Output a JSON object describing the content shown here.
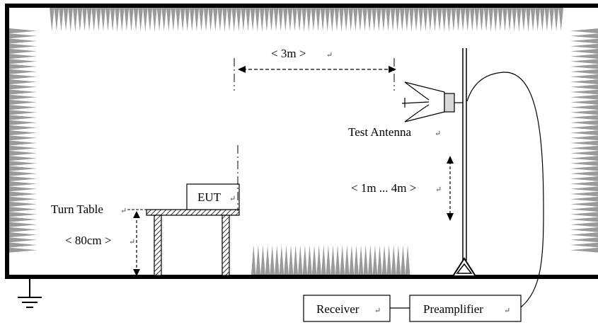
{
  "labels": {
    "distance": "< 3m >",
    "test_antenna": "Test Antenna",
    "height_range": "< 1m ... 4m >",
    "eut": "EUT",
    "turn_table": "Turn Table",
    "table_height": "< 80cm >",
    "receiver": "Receiver",
    "preamplifier": "Preamplifier"
  },
  "colors": {
    "absorber": "#9a9a9a",
    "line": "#000000"
  }
}
